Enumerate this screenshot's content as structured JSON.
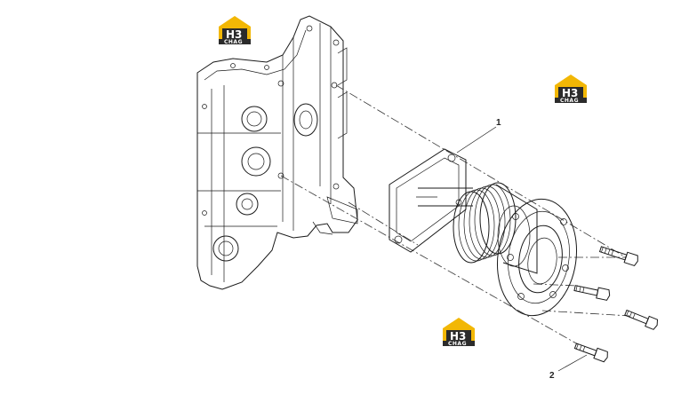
{
  "callouts": [
    {
      "id": "1",
      "text": "1"
    },
    {
      "id": "2",
      "text": "2"
    }
  ],
  "watermark": {
    "main": "H3",
    "sub": "CHAG",
    "colors": {
      "roof": "#f2b705",
      "panel": "#2b2b2b",
      "text": "#ffffff"
    }
  },
  "colors": {
    "line": "#1a1a1a",
    "background": "#ffffff"
  }
}
